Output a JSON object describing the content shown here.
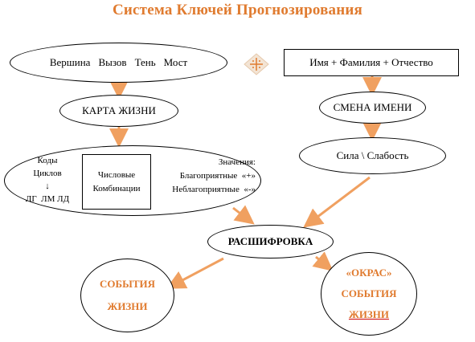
{
  "title": "Система Ключей Прогнозирования",
  "top_left": {
    "words": [
      "Вершина",
      "Вызов",
      "Тень",
      "Мост"
    ]
  },
  "top_right": {
    "label": "Имя + Фамилия + Отчество"
  },
  "karta": {
    "label": "КАРТА ЖИЗНИ"
  },
  "smena": {
    "label": "СМЕНА ИМЕНИ"
  },
  "sila": {
    "label": "Сила \\ Слабость"
  },
  "codes": {
    "line1": "Коды",
    "line2": "Циклов",
    "arrow": "↓",
    "line3": "ЛГ  ЛМ ЛД"
  },
  "numeric": {
    "line1": "Числовые",
    "line2": "Комбинации"
  },
  "values": {
    "line1": "Значения:",
    "line2": "Благоприятные  «+»",
    "line3": "Неблагоприятные  «-»"
  },
  "decode": {
    "label": "РАСШИФРОВКА"
  },
  "events_left": {
    "line1": "СОБЫТИЯ",
    "line2": "ЖИЗНИ"
  },
  "events_right": {
    "line1": "«ОКРАС»",
    "line2": "СОБЫТИЯ",
    "line3": "ЖИЗНИ"
  },
  "colors": {
    "accent": "#e07b2f",
    "arrow": "#f0a060"
  },
  "icons": {
    "middle": "compass-star-icon"
  }
}
